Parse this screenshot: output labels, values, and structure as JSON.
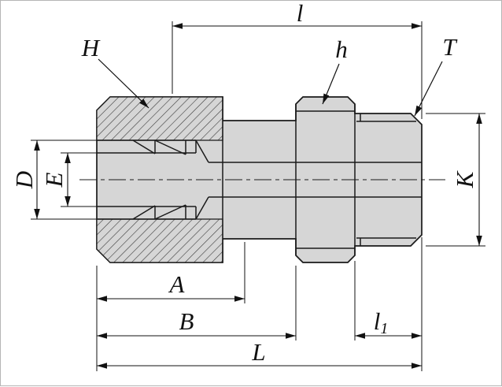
{
  "labels": {
    "l": "l",
    "H": "H",
    "h": "h",
    "T": "T",
    "D": "D",
    "E": "E",
    "K": "K",
    "A": "A",
    "B": "B",
    "l1_main": "l",
    "l1_sub": "1",
    "L": "L"
  },
  "colors": {
    "line": "#1a1a1a",
    "body_fill": "#d6d6d6",
    "hatch_line": "#3a3a3a",
    "background": "#ffffff"
  }
}
